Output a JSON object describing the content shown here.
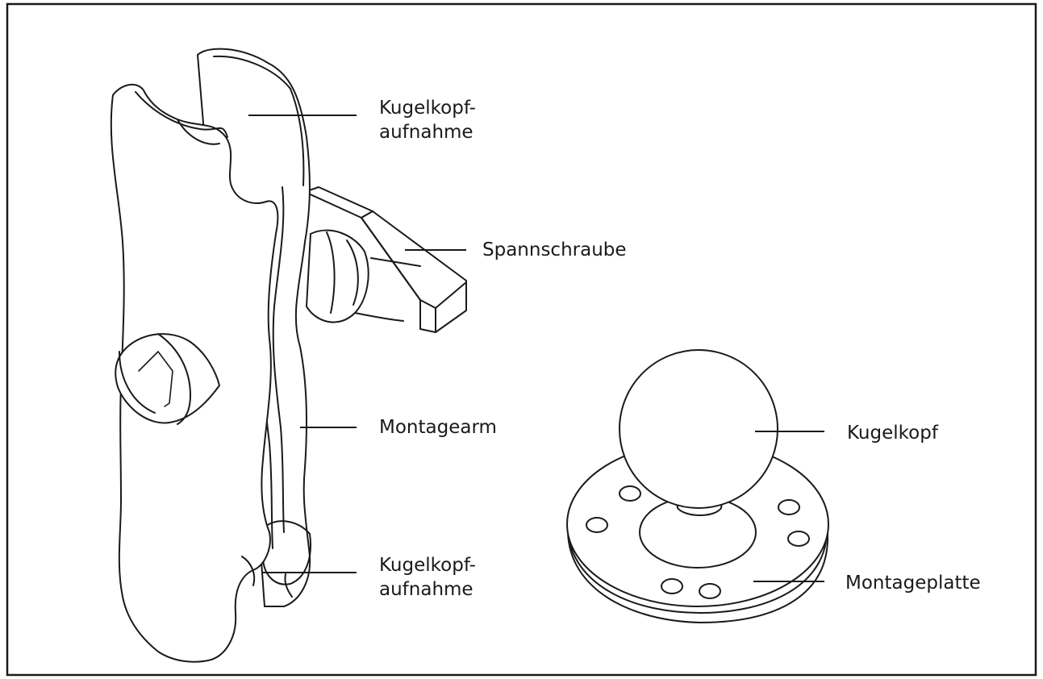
{
  "labels": {
    "ball_socket_top_line1": "Kugelkopf-",
    "ball_socket_top_line2": "aufnahme",
    "tension_screw": "Spannschraube",
    "mounting_arm": "Montagearm",
    "ball_socket_bottom_line1": "Kugelkopf-",
    "ball_socket_bottom_line2": "aufnahme",
    "ball_head": "Kugelkopf",
    "mounting_plate": "Montageplatte"
  },
  "colors": {
    "line": "#1a1a1a",
    "background": "#ffffff"
  }
}
